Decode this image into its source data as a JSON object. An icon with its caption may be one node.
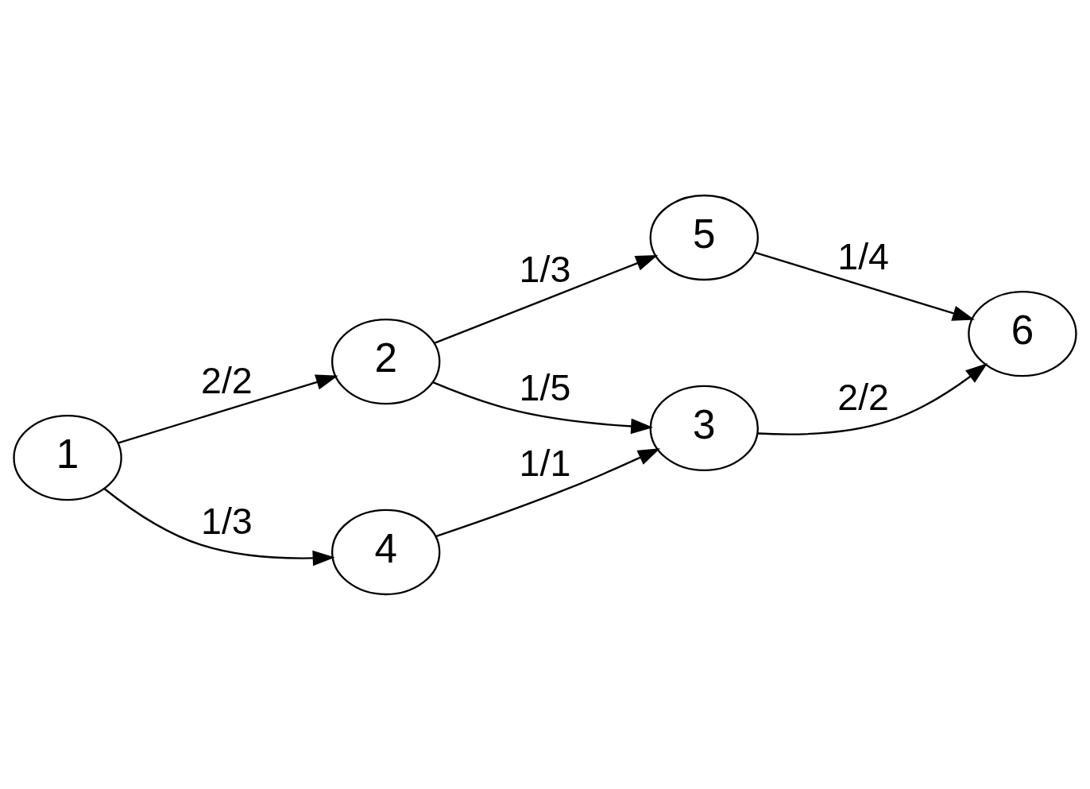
{
  "diagram": {
    "nodes": [
      {
        "text": [
          "1"
        ]
      },
      {
        "text": [
          "2"
        ]
      },
      {
        "text": [
          "3"
        ]
      },
      {
        "text": [
          "4"
        ]
      },
      {
        "text": [
          "5"
        ]
      },
      {
        "text": [
          "6"
        ]
      }
    ],
    "edges": [
      {
        "from": 0,
        "to": 1,
        "arrow": "to",
        "label": "2/2"
      },
      {
        "from": 0,
        "to": 3,
        "arrow": "to",
        "label": "1/3"
      },
      {
        "from": 1,
        "to": 4,
        "arrow": "to",
        "label": "1/3"
      },
      {
        "from": 1,
        "to": 2,
        "arrow": "to",
        "label": "1/5"
      },
      {
        "from": 3,
        "to": 2,
        "arrow": "to",
        "label": "1/1"
      },
      {
        "from": 4,
        "to": 5,
        "arrow": "to",
        "label": "1/4"
      },
      {
        "from": 2,
        "to": 5,
        "arrow": "to",
        "label": "2/2"
      }
    ]
  }
}
